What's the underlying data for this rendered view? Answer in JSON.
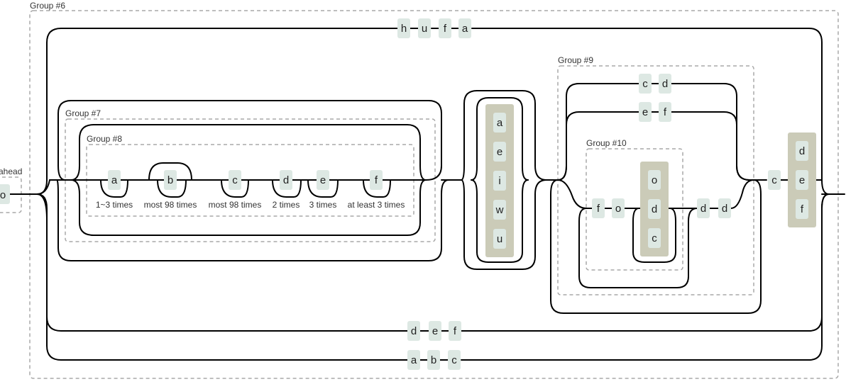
{
  "colors": {
    "literal_bg": "#dde8e3",
    "charset_bg": "#cbcbb8",
    "group_border": "#a9a9a9",
    "line": "#000000",
    "text": "#333333"
  },
  "groups": {
    "lookahead": "ahead",
    "g6": "Group #6",
    "g7": "Group #7",
    "g8": "Group #8",
    "g9": "Group #9",
    "g10": "Group #10"
  },
  "start_literal": "o",
  "top_branch": [
    "h",
    "u",
    "f",
    "a"
  ],
  "g8_items": [
    {
      "char": "a",
      "quant": "1~3 times"
    },
    {
      "char": "b",
      "quant": "most 98 times"
    },
    {
      "char": "c",
      "quant": "most 98 times"
    },
    {
      "char": "d",
      "quant": "2 times"
    },
    {
      "char": "e",
      "quant": "3 times"
    },
    {
      "char": "f",
      "quant": "at least 3 times"
    }
  ],
  "charset_1": [
    "a",
    "e",
    "i",
    "w",
    "u"
  ],
  "g9_branch_1": [
    "c",
    "d"
  ],
  "g9_branch_2": [
    "e",
    "f"
  ],
  "g10_prefix": [
    "f",
    "o"
  ],
  "charset_2": [
    "o",
    "d",
    "c"
  ],
  "g9_suffix": [
    "d",
    "d"
  ],
  "after_c": "c",
  "charset_3": [
    "d",
    "e",
    "f"
  ],
  "bottom_branch_1": [
    "d",
    "e",
    "f"
  ],
  "bottom_branch_2": [
    "a",
    "b",
    "c"
  ]
}
